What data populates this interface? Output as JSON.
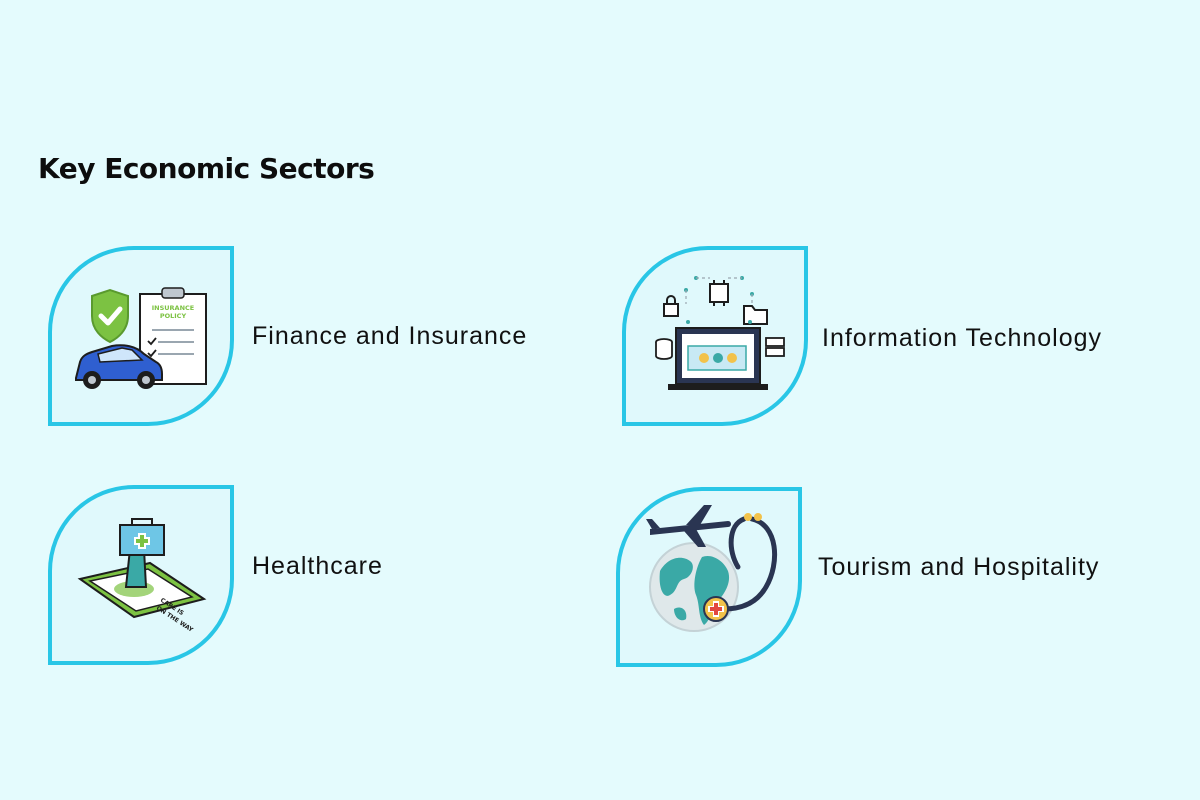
{
  "title": "Key Economic Sectors",
  "sectors": [
    {
      "label": "Finance and Insurance",
      "icon": "insurance-policy-icon",
      "icon_text": [
        "INSURANCE",
        "POLICY"
      ]
    },
    {
      "label": "Information Technology",
      "icon": "laptop-network-icon"
    },
    {
      "label": "Healthcare",
      "icon": "medical-delivery-phone-icon",
      "icon_text": [
        "CARE IS",
        "ON THE WAY"
      ]
    },
    {
      "label": "Tourism and Hospitality",
      "icon": "globe-stethoscope-icon"
    }
  ],
  "colors": {
    "background": "#e4fbfd",
    "frame_border": "#29c6e6",
    "frame_fill": "#e0f9fc",
    "accent_teal": "#3aa9a6",
    "accent_green": "#7cc242",
    "accent_yellow": "#f2c24a",
    "navy": "#2a3552"
  }
}
